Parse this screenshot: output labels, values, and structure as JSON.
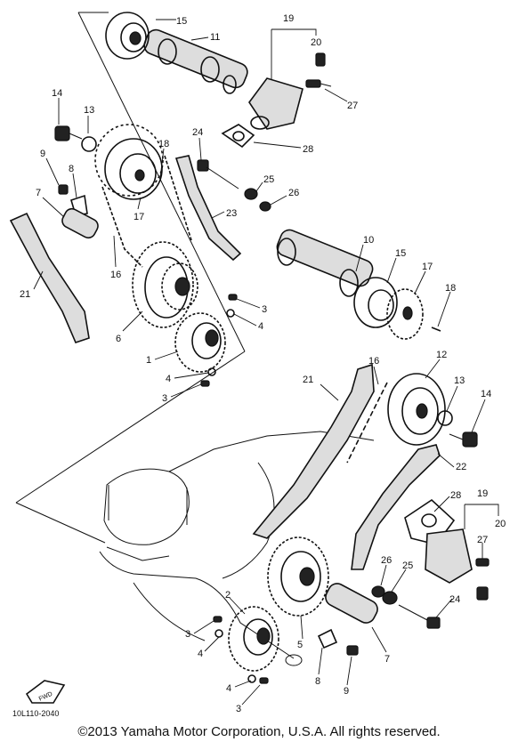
{
  "diagram_code": "10L110-2040",
  "fwd_label": "FWD",
  "copyright": "©2013 Yamaha Motor Corporation, U.S.A. All rights reserved.",
  "callouts": [
    "15",
    "11",
    "19",
    "20",
    "27",
    "28",
    "14",
    "13",
    "9",
    "8",
    "7",
    "24",
    "18",
    "25",
    "26",
    "23",
    "17",
    "16",
    "21",
    "6",
    "10",
    "15",
    "17",
    "18",
    "3",
    "4",
    "1",
    "4",
    "3",
    "16",
    "12",
    "21",
    "13",
    "14",
    "22",
    "28",
    "19",
    "20",
    "27",
    "26",
    "25",
    "24",
    "2",
    "3",
    "4",
    "5",
    "7",
    "8",
    "9",
    "4",
    "3"
  ]
}
